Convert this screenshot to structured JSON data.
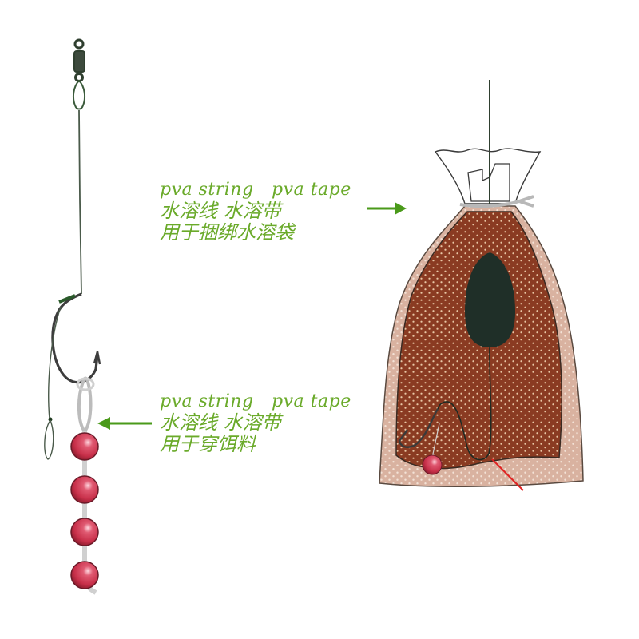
{
  "title": "PVA string / PVA tape rig illustration",
  "colors": {
    "text_green": "#6aaa2a",
    "arrow_green": "#4a9a1a",
    "line_dark": "#2f3f2f",
    "bag_outer": "#d9b2a0",
    "bag_inner": "#8a3b22",
    "lead_weight": "#1f2f28",
    "bead_red": "#c8304a",
    "pointer_red": "#e02020"
  },
  "annotations": {
    "top": {
      "en": "pva string   pva tape",
      "zh_line1": "水溶线 水溶带",
      "zh_line2": "用于捆绑水溶袋",
      "arrow_direction": "right"
    },
    "bottom": {
      "en": "pva string   pva tape",
      "zh_line1": "水溶线 水溶带",
      "zh_line2": "用于穿饵料",
      "arrow_direction": "left"
    }
  },
  "left_rig": {
    "components": [
      "swivel",
      "hooklink",
      "hook",
      "hair-loop",
      "boilie-beads"
    ],
    "bead_count": 4
  },
  "right_bag": {
    "components": [
      "pva-bag",
      "tied-neck",
      "lead-weight",
      "hook",
      "boilie",
      "pointer-line"
    ],
    "bead_count": 1
  }
}
